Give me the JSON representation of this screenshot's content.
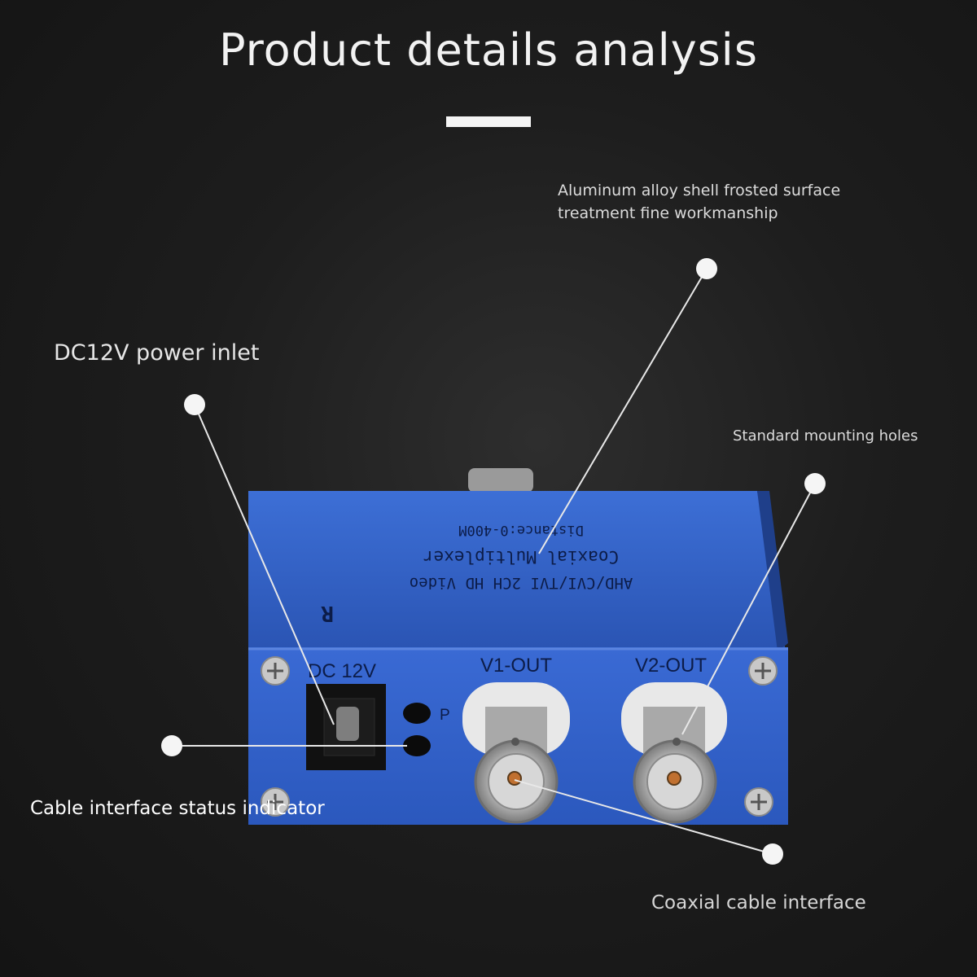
{
  "header": {
    "title": "Product details analysis"
  },
  "callouts": {
    "shell": {
      "line1": "Aluminum alloy shell frosted surface",
      "line2": "treatment fine workmanship"
    },
    "power": "DC12V power inlet",
    "holes": "Standard mounting holes",
    "status": "Cable interface status indicator",
    "coax": "Coaxial cable interface"
  },
  "device": {
    "top_line1": "AHD/CVI/TVI 2CH HD Video",
    "top_line2": "Coaxial Multiplexer",
    "top_line3": "Distance:0-400M",
    "mark": "R",
    "dc_label": "DC 12V",
    "led_label": "P",
    "port1_label": "V1-OUT",
    "port2_label": "V2-OUT"
  },
  "colors": {
    "background": "#181818",
    "device_blue": "#2f5fc4",
    "label_text": "#e6e6e6"
  }
}
